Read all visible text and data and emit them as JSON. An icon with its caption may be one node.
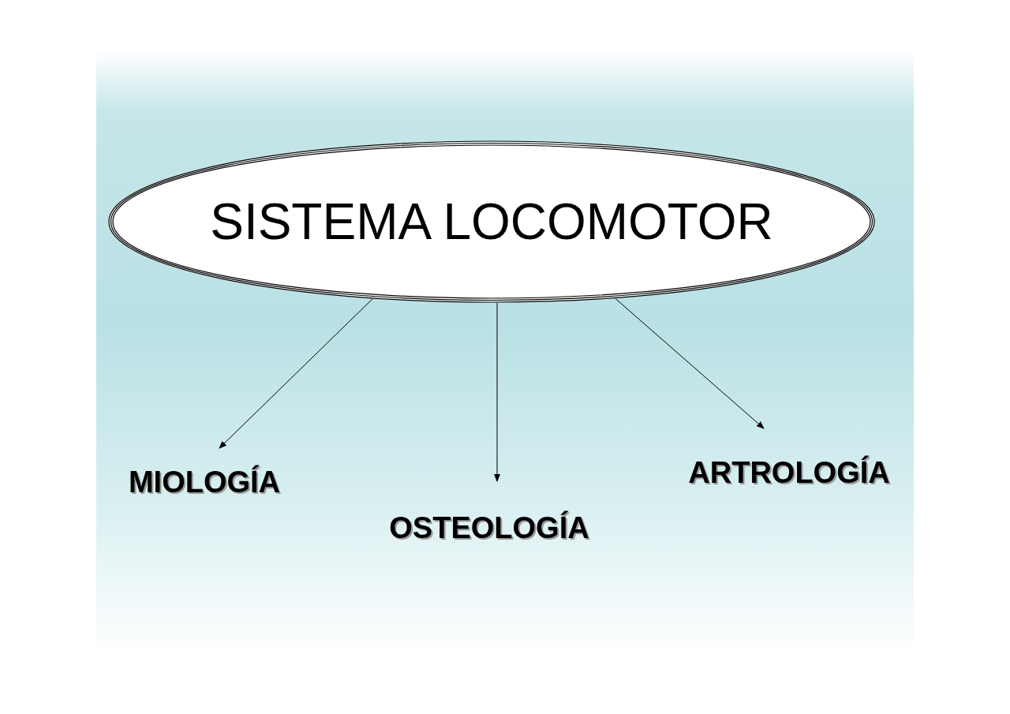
{
  "diagram": {
    "nodes": [
      {
        "text": [
          "SISTEMA LOCOMOTOR"
        ]
      },
      {
        "text": [
          "MIOLOGÍA"
        ]
      },
      {
        "text": [
          "OSTEOLOGÍA"
        ]
      },
      {
        "text": [
          "ARTROLOGÍA"
        ]
      }
    ],
    "edges": [
      {
        "from": 0,
        "to": 1,
        "arrow": "to"
      },
      {
        "from": 0,
        "to": 2,
        "arrow": "to"
      },
      {
        "from": 0,
        "to": 3,
        "arrow": "to"
      }
    ]
  }
}
